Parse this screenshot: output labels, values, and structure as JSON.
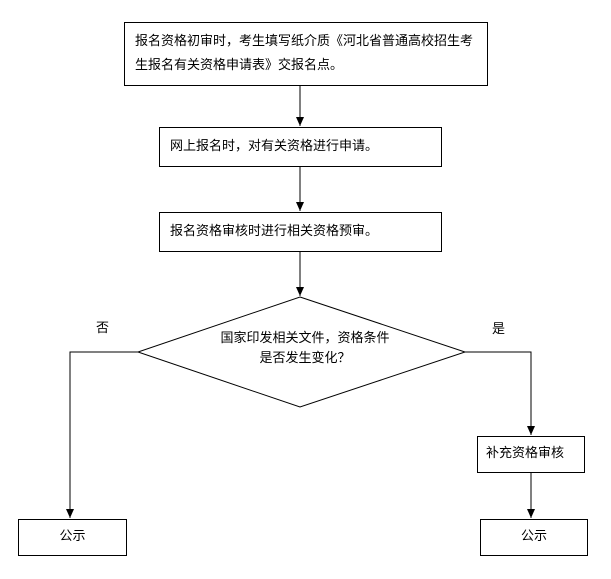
{
  "steps": {
    "initial_review": "报名资格初审时，考生填写纸介质《河北省普通高校招生考生报名有关资格申请表》交报名点。",
    "online_apply": "网上报名时，对有关资格进行申请。",
    "pre_review": "报名资格审核时进行相关资格预审。"
  },
  "decision": {
    "question": "国家印发相关文件，资格条件是否发生变化？",
    "no_label": "否",
    "yes_label": "是"
  },
  "supplement": "补充资格审核",
  "publish_left": "公示",
  "publish_right": "公示"
}
